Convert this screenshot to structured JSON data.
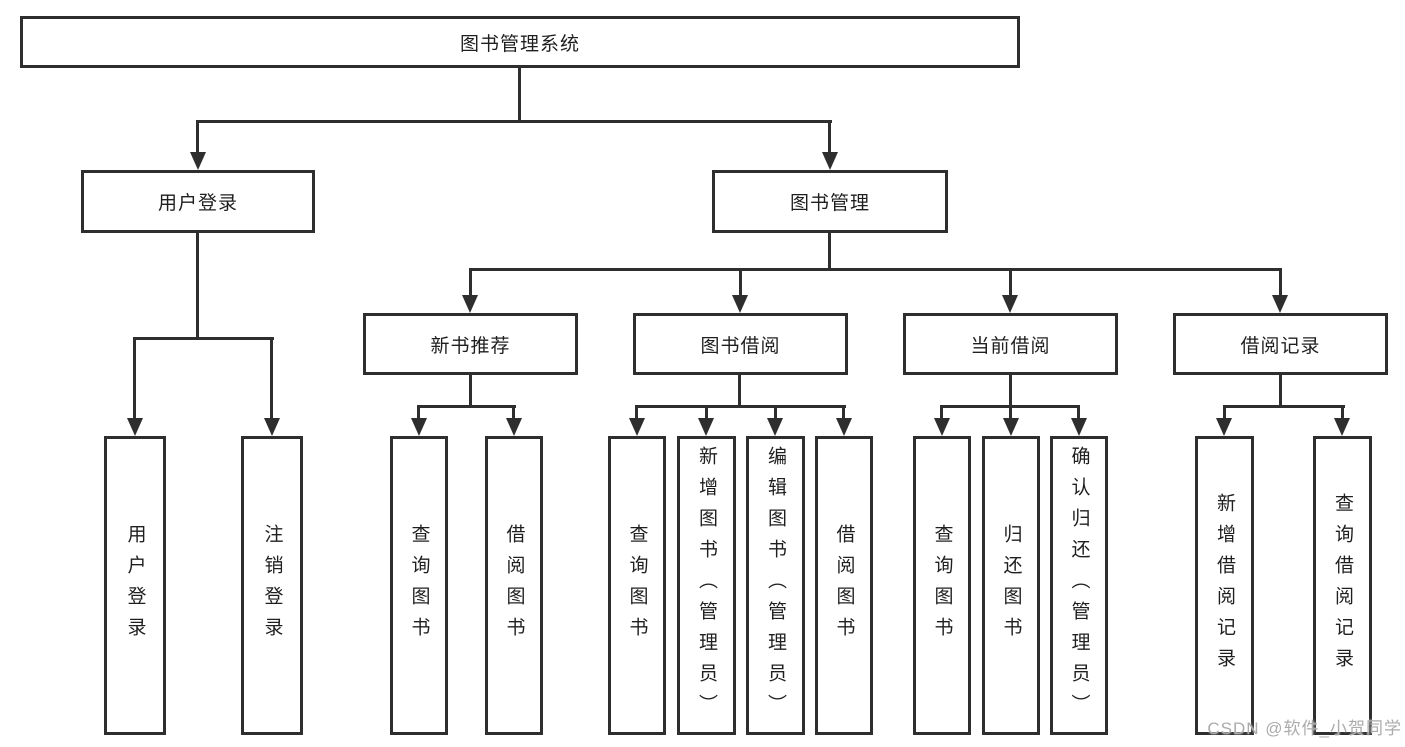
{
  "diagram": {
    "root": {
      "label": "图书管理系统"
    },
    "level2": [
      {
        "label": "用户登录"
      },
      {
        "label": "图书管理"
      }
    ],
    "level3": [
      {
        "label": "新书推荐"
      },
      {
        "label": "图书借阅"
      },
      {
        "label": "当前借阅"
      },
      {
        "label": "借阅记录"
      }
    ],
    "leaves": {
      "user_login": [
        "用户登录",
        "注销登录"
      ],
      "new_book_recommend": [
        "查询图书",
        "借阅图书"
      ],
      "book_borrowing": [
        "查询图书",
        "新增图书（管理员）",
        "编辑图书（管理员）",
        "借阅图书"
      ],
      "current_borrowing": [
        "查询图书",
        "归还图书",
        "确认归还（管理员）"
      ],
      "borrowing_records": [
        "新增借阅记录",
        "查询借阅记录"
      ]
    }
  },
  "watermark": "CSDN @软件_小贺同学",
  "colors": {
    "line": "#2e2e2e",
    "text": "#1f1f1f",
    "watermark": "#ababab",
    "background": "#ffffff"
  }
}
